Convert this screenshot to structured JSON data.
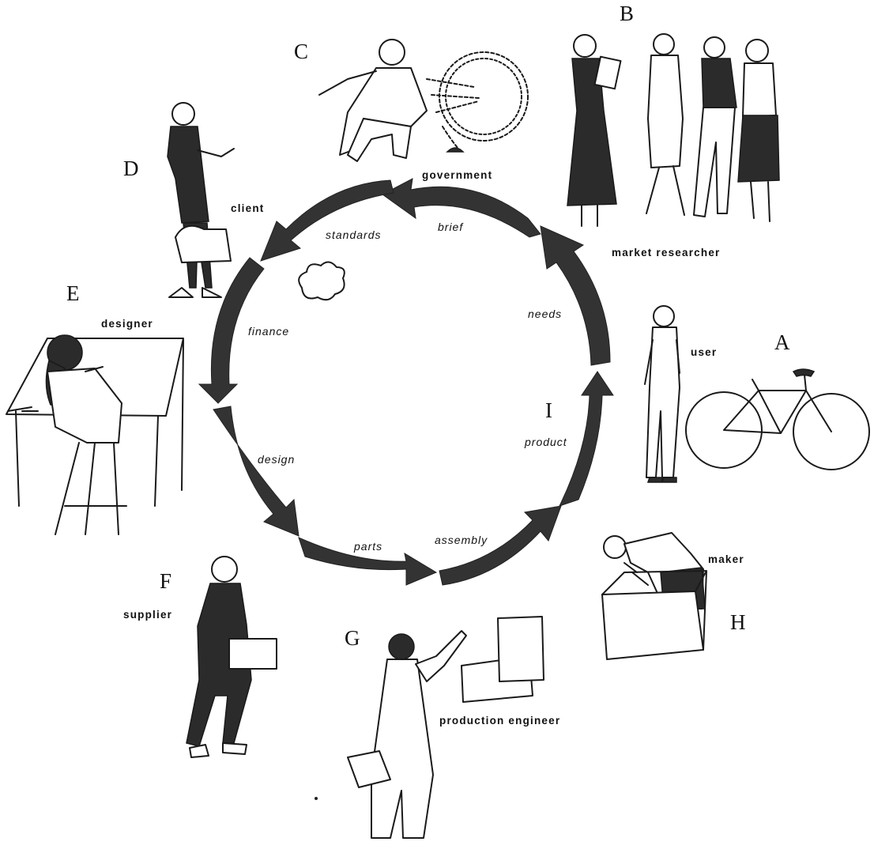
{
  "figures": [
    {
      "letter": "A",
      "role": "user"
    },
    {
      "letter": "B",
      "role": "market researcher"
    },
    {
      "letter": "C",
      "role": "government"
    },
    {
      "letter": "D",
      "role": "client"
    },
    {
      "letter": "E",
      "role": "designer"
    },
    {
      "letter": "F",
      "role": "supplier"
    },
    {
      "letter": "G",
      "role": "production engineer"
    },
    {
      "letter": "H",
      "role": "maker"
    },
    {
      "letter": "I",
      "role": ""
    }
  ],
  "cycle_labels": [
    "needs",
    "brief",
    "standards",
    "finance",
    "design",
    "parts",
    "assembly",
    "product"
  ]
}
